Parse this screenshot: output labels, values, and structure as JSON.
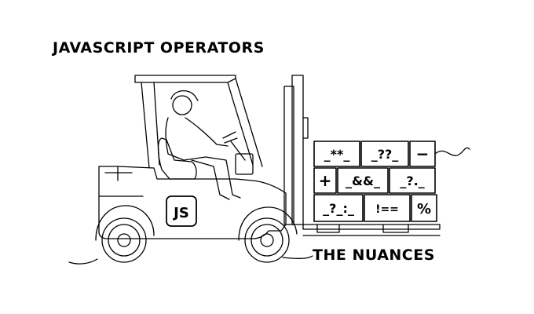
{
  "header": {
    "title": "JAVASCRIPT OPERATORS"
  },
  "footer": {
    "subtitle": "THE NUANCES"
  },
  "logo": {
    "text": "JS"
  },
  "boxes": [
    {
      "label": "_**_"
    },
    {
      "label": "_??_"
    },
    {
      "label": "−"
    },
    {
      "label": "+"
    },
    {
      "label": "_&&_"
    },
    {
      "label": "_?._"
    },
    {
      "label": "_?_:_"
    },
    {
      "label": "!=="
    },
    {
      "label": "%"
    }
  ],
  "colors": {
    "ink": "#000000",
    "background": "#ffffff"
  }
}
